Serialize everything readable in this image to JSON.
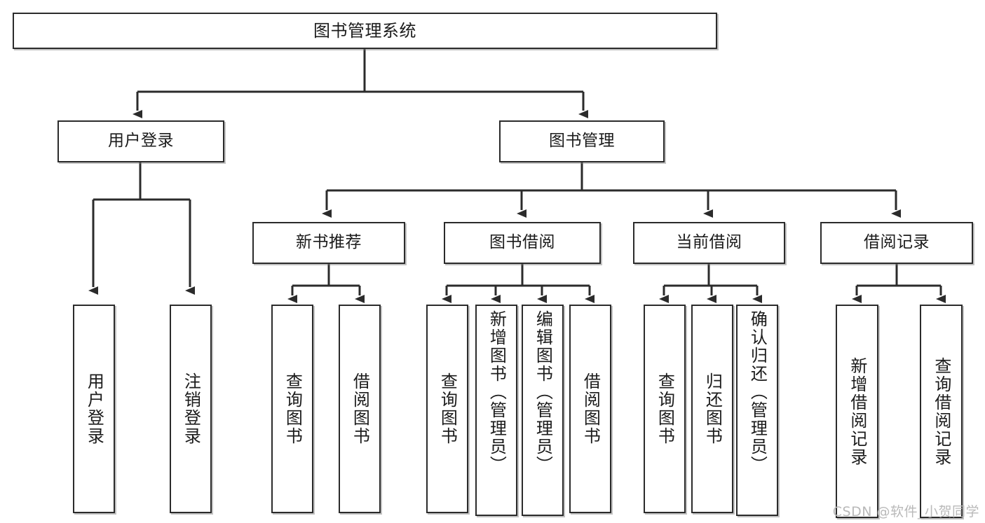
{
  "diagram": {
    "title": "图书管理系统",
    "type": "tree",
    "watermark": "CSDN @软件_小贺同学",
    "colors": {
      "border": "#2b2b2b",
      "background": "#ffffff",
      "text": "#1b1b1b",
      "edge": "#2b2b2b",
      "watermark": "#b9b9b9"
    }
  },
  "nodes": {
    "root": {
      "label": "图书管理系统",
      "level": 0
    },
    "level1": [
      {
        "id": "user-login",
        "label": "用户登录",
        "level": 1
      },
      {
        "id": "book-management",
        "label": "图书管理",
        "level": 1
      }
    ],
    "level2": [
      {
        "id": "new-book-recommend",
        "label": "新书推荐",
        "level": 2,
        "parent": "book-management"
      },
      {
        "id": "book-borrow",
        "label": "图书借阅",
        "level": 2,
        "parent": "book-management"
      },
      {
        "id": "current-borrow",
        "label": "当前借阅",
        "level": 2,
        "parent": "book-management"
      },
      {
        "id": "borrow-record",
        "label": "借阅记录",
        "level": 2,
        "parent": "book-management"
      }
    ],
    "leaves": [
      {
        "id": "leaf-user-login",
        "label": "用户登录",
        "parent": "user-login"
      },
      {
        "id": "leaf-logout",
        "label": "注销登录",
        "parent": "user-login"
      },
      {
        "id": "leaf-query-book-1",
        "label": "查询图书",
        "parent": "new-book-recommend"
      },
      {
        "id": "leaf-borrow-book-1",
        "label": "借阅图书",
        "parent": "new-book-recommend"
      },
      {
        "id": "leaf-query-book-2",
        "label": "查询图书",
        "parent": "book-borrow"
      },
      {
        "id": "leaf-add-book",
        "label": "新增图书（管理员）",
        "parent": "book-borrow"
      },
      {
        "id": "leaf-edit-book",
        "label": "编辑图书（管理员）",
        "parent": "book-borrow"
      },
      {
        "id": "leaf-borrow-book-2",
        "label": "借阅图书",
        "parent": "book-borrow"
      },
      {
        "id": "leaf-query-book-3",
        "label": "查询图书",
        "parent": "current-borrow"
      },
      {
        "id": "leaf-return-book",
        "label": "归还图书",
        "parent": "current-borrow"
      },
      {
        "id": "leaf-confirm-return",
        "label": "确认归还（管理员）",
        "parent": "current-borrow"
      },
      {
        "id": "leaf-add-record",
        "label": "新增借阅记录",
        "parent": "borrow-record"
      },
      {
        "id": "leaf-query-record",
        "label": "查询借阅记录",
        "parent": "borrow-record"
      }
    ]
  }
}
